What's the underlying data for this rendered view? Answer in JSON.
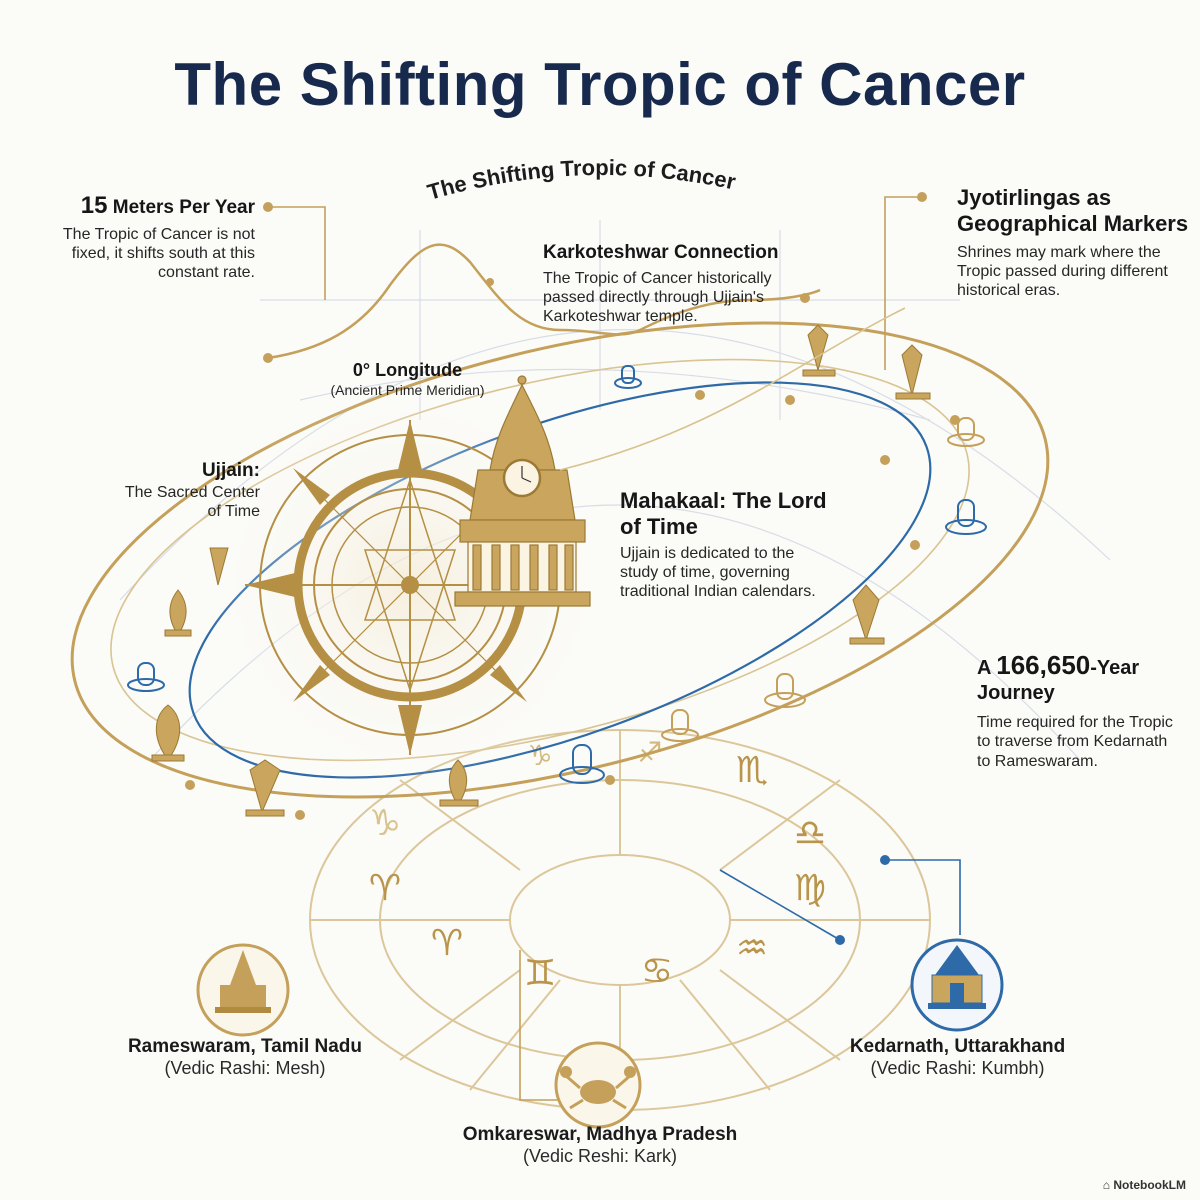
{
  "title": "The Shifting Tropic of Cancer",
  "arc_title": "The Shifting Tropic of Cancer",
  "rate": {
    "value": "15",
    "label": "Meters Per Year",
    "text": "The Tropic of Cancer is not fixed, it shifts south at this constant rate."
  },
  "karkoteshwar": {
    "heading": "Karkoteshwar Connection",
    "text": "The Tropic of Cancer historically passed directly through Ujjain's Karkoteshwar temple."
  },
  "jyotirlingas": {
    "heading": "Jyotirlingas as Geographical Markers",
    "text": "Shrines may mark where the Tropic passed during different historical eras."
  },
  "longitude": {
    "heading": "0° Longitude",
    "sub": "(Ancient Prime Meridian)"
  },
  "ujjain": {
    "heading": "Ujjain:",
    "text": "The Sacred Center of Time"
  },
  "mahakaal": {
    "heading": "Mahakaal: The Lord of Time",
    "text": "Ujjain is dedicated to the study of time, governing traditional Indian calendars."
  },
  "journey": {
    "prefix": "A",
    "value": "166,650",
    "suffix": "-Year Journey",
    "text": "Time required for the Tropic to traverse from Kedarnath to Rameswaram."
  },
  "locations": {
    "rameswaram": {
      "name": "Rameswaram, Tamil Nadu",
      "rashi": "(Vedic Rashi: Mesh)"
    },
    "omkareswar": {
      "name": "Omkareswar, Madhya Pradesh",
      "rashi": "(Vedic Reshi: Kark)"
    },
    "kedarnath": {
      "name": "Kedarnath, Uttarakhand",
      "rashi": "(Vedic Rashi: Kumbh)"
    }
  },
  "zodiac_glyphs": [
    "♑",
    "♐",
    "♏",
    "♎",
    "♍",
    "♒",
    "♋",
    "♊",
    "♈",
    "♈",
    "♑"
  ],
  "brand": "NotebookLM",
  "colors": {
    "gold": "#c4a05a",
    "gold_dark": "#b08a3e",
    "blue": "#2e6aa8",
    "navy": "#172a4e"
  }
}
